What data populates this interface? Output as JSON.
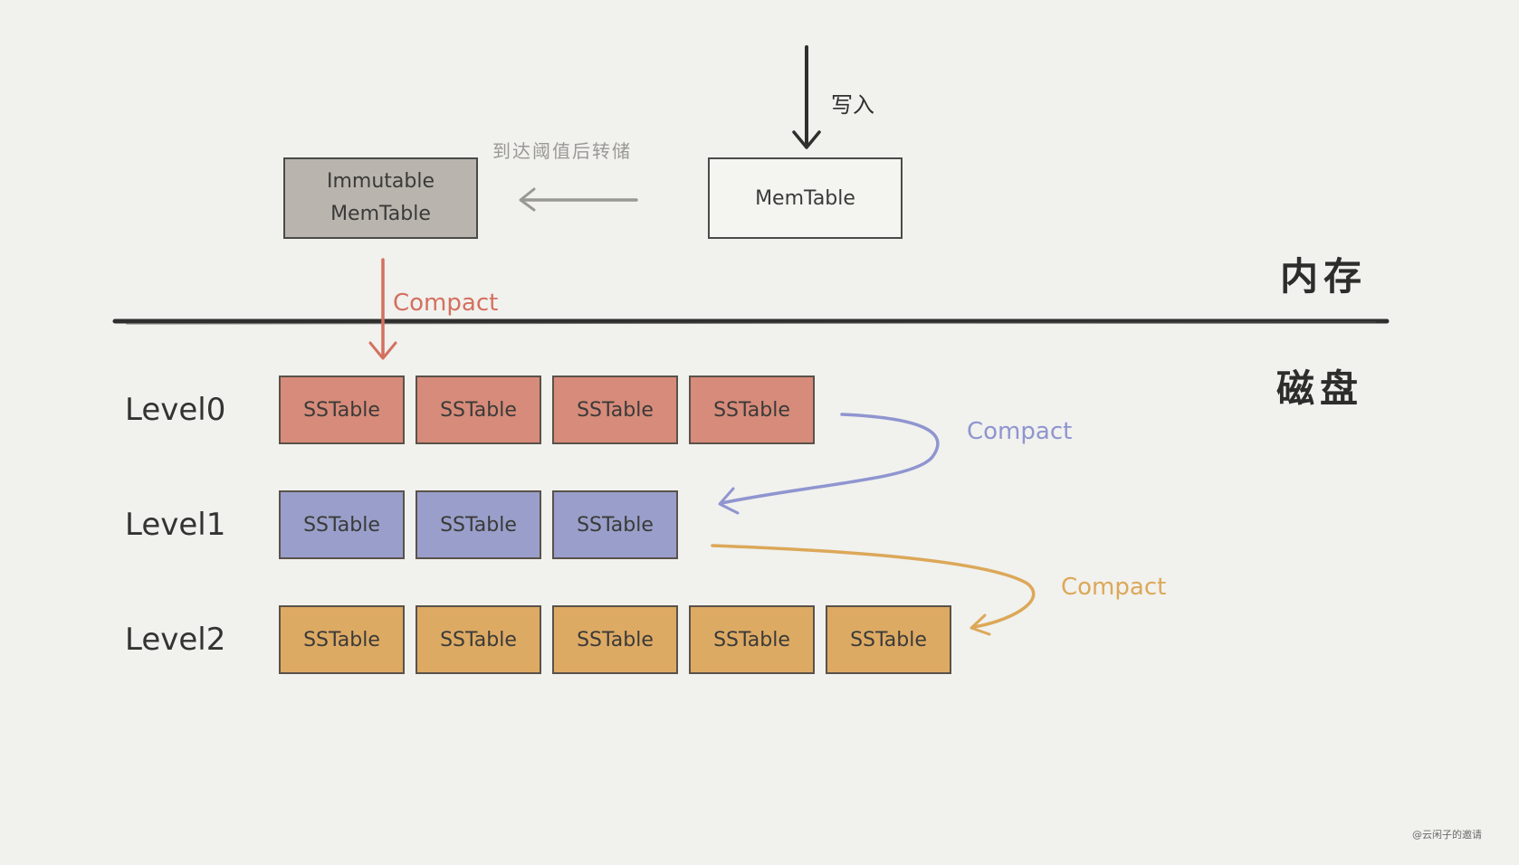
{
  "write_label": "写入",
  "threshold_label": "到达阈值后转储",
  "immutable_memtable": {
    "line1": "Immutable",
    "line2": "MemTable"
  },
  "memtable": "MemTable",
  "compact_label": "Compact",
  "region_memory": "内存",
  "region_disk": "磁盘",
  "levels": [
    {
      "label": "Level0",
      "sstables": [
        "SSTable",
        "SSTable",
        "SSTable",
        "SSTable"
      ],
      "color": "#d78b7a"
    },
    {
      "label": "Level1",
      "sstables": [
        "SSTable",
        "SSTable",
        "SSTable"
      ],
      "color": "#999fca"
    },
    {
      "label": "Level2",
      "sstables": [
        "SSTable",
        "SSTable",
        "SSTable",
        "SSTable",
        "SSTable"
      ],
      "color": "#ddaa64"
    }
  ],
  "colors": {
    "background": "#f1f1ee",
    "compact_red": "#d4705f",
    "compact_blue": "#8f95cf",
    "compact_orange": "#dca858",
    "immutable_fill": "#b9b4ae"
  },
  "watermark": "@云闲子的邀请"
}
